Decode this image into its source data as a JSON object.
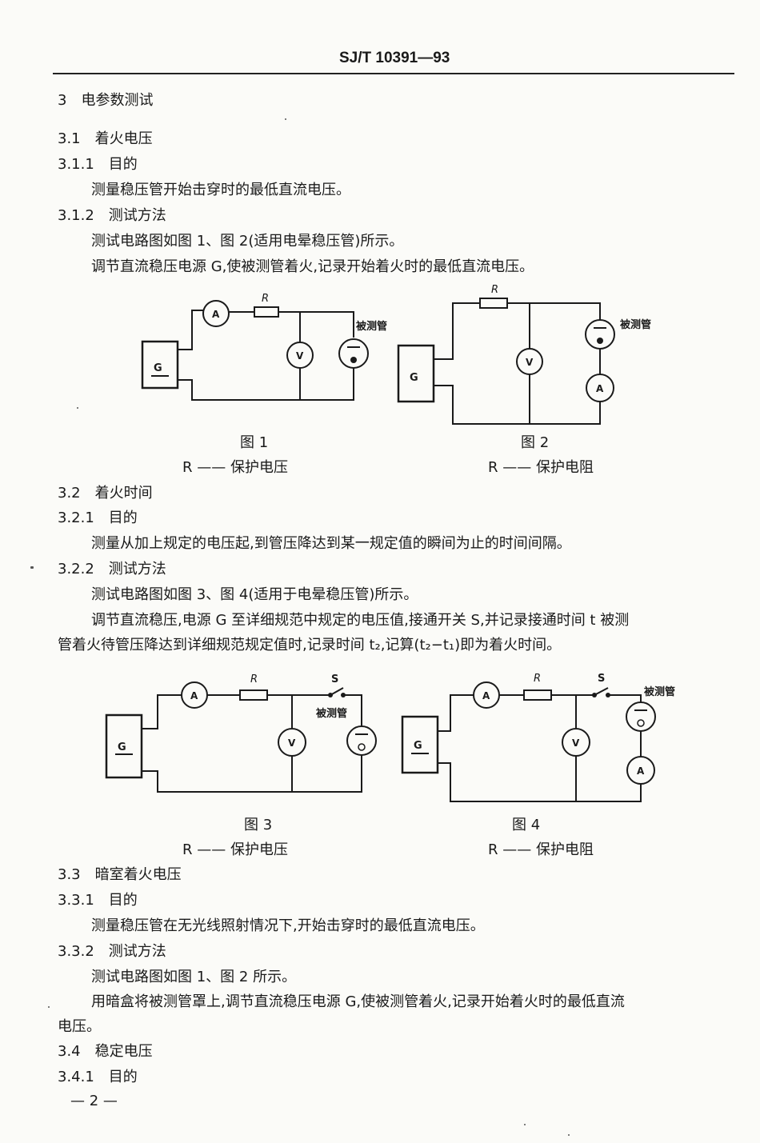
{
  "header": {
    "doc_id": "SJ/T 10391—93"
  },
  "sections": {
    "s3": "3　电参数测试",
    "s3_1": "3.1　着火电压",
    "s3_1_1": "3.1.1　目的",
    "s3_1_1_text": "测量稳压管开始击穿时的最低直流电压。",
    "s3_1_2": "3.1.2　测试方法",
    "s3_1_2_text1": "测试电路图如图 1、图 2(适用电晕稳压管)所示。",
    "s3_1_2_text2": "调节直流稳压电源 G,使被测管着火,记录开始着火时的最低直流电压。",
    "s3_2": "3.2　着火时间",
    "s3_2_1": "3.2.1　目的",
    "s3_2_1_text": "测量从加上规定的电压起,到管压降达到某一规定值的瞬间为止的时间间隔。",
    "s3_2_2": "3.2.2　测试方法",
    "s3_2_2_text1": "测试电路图如图 3、图 4(适用于电晕稳压管)所示。",
    "s3_2_2_text2a": "调节直流稳压,电源 G 至详细规范中规定的电压值,接通开关 S,并记录接通时间 t 被测",
    "s3_2_2_text2b": "管着火待管压降达到详细规范规定值时,记录时间 t₂,记算(t₂−t₁)即为着火时间。",
    "s3_3": "3.3　暗室着火电压",
    "s3_3_1": "3.3.1　目的",
    "s3_3_1_text": "测量稳压管在无光线照射情况下,开始击穿时的最低直流电压。",
    "s3_3_2": "3.3.2　测试方法",
    "s3_3_2_text1": "测试电路图如图 1、图 2 所示。",
    "s3_3_2_text2a": "用暗盒将被测管罩上,调节直流稳压电源 G,使被测管着火,记录开始着火时的最低直流",
    "s3_3_2_text2b": "电压。",
    "s3_4": "3.4　稳定电压",
    "s3_4_1": "3.4.1　目的"
  },
  "figures": {
    "fig1": {
      "caption": "图 1",
      "legend": "R —— 保护电压"
    },
    "fig2": {
      "caption": "图 2",
      "legend": "R —— 保护电阻"
    },
    "fig3": {
      "caption": "图 3",
      "legend": "R —— 保护电压"
    },
    "fig4": {
      "caption": "图 4",
      "legend": "R —— 保护电阻"
    }
  },
  "circuit_labels": {
    "ammeter": "A",
    "voltmeter": "V",
    "source": "G",
    "resistor": "R",
    "switch": "S",
    "tube": "被测管"
  },
  "footer": {
    "page_number": "— 2 —"
  }
}
